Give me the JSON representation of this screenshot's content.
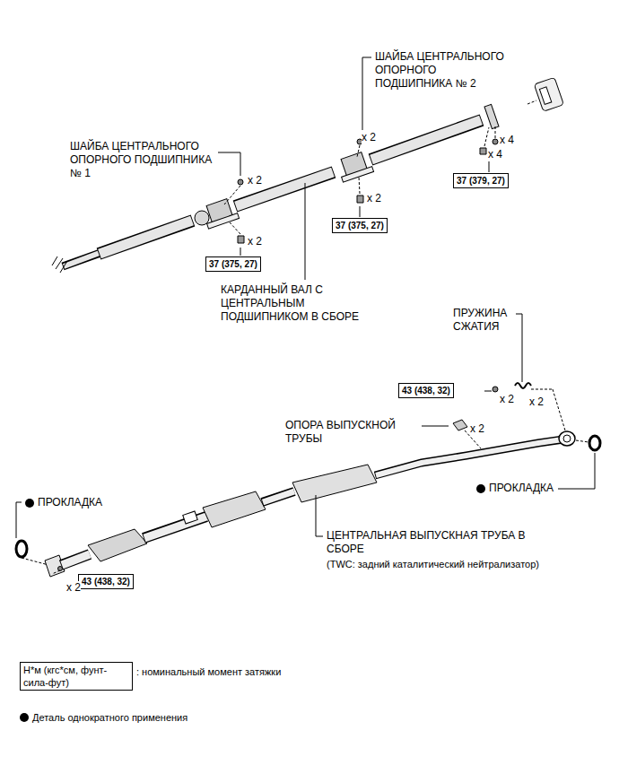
{
  "diagram": {
    "nodes": [
      {
        "text": [
          "37 (379, 27)"
        ]
      },
      {
        "text": [
          "37 (375, 27)"
        ]
      },
      {
        "text": [
          "37 (375, 27)"
        ]
      },
      {
        "text": [
          "43 (438, 32)"
        ]
      },
      {
        "text": [
          "43 (438, 32)"
        ]
      },
      {
        "text": [
          "Н*м (кгс*см, фунт-сила-фут)"
        ]
      }
    ],
    "labels": [
      "ШАЙБА ЦЕНТРАЛЬНОГО ОПОРНОГО ПОДШИПНИКА № 2",
      "x 2",
      "x 4",
      "x 4",
      "x 2",
      "ШАЙБА ЦЕНТРАЛЬНОГО ОПОРНОГО ПОДШИПНИКА № 1",
      "x 2",
      "x 2",
      "КАРДАННЫЙ ВАЛ С ЦЕНТРАЛЬНЫМ ПОДШИПНИКОМ В СБОРЕ",
      "ПРУЖИНА СЖАТИЯ",
      "x 2",
      "x 2",
      "ОПОРА ВЫПУСКНОЙ ТРУБЫ",
      "x 2",
      "ПРОКЛАДКА",
      "ПРОКЛАДКА",
      "ЦЕНТРАЛЬНАЯ ВЫПУСКНАЯ ТРУБА В СБОРЕ",
      "(TWC: задний каталитический нейтрализатор)",
      "x 2"
    ],
    "legend": [
      {
        "text": ": номинальный момент затяжки"
      },
      {
        "text": "Деталь однократного применения"
      }
    ]
  }
}
